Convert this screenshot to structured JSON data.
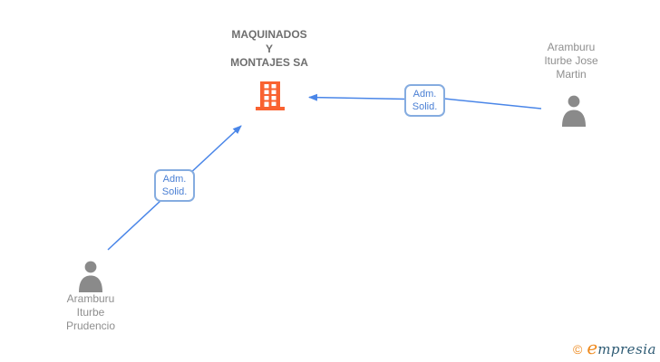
{
  "diagram_type": "corporate-relationship-graph",
  "company": {
    "name": "MAQUINADOS Y MONTAJES SA",
    "name_lines": [
      "MAQUINADOS",
      "Y",
      "MONTAJES SA"
    ],
    "icon": "building-icon"
  },
  "persons": [
    {
      "name": "Aramburu Iturbe Jose Martin",
      "name_lines": [
        "Aramburu",
        "Iturbe Jose",
        "Martin"
      ],
      "icon": "person-icon",
      "position": "top-right"
    },
    {
      "name": "Aramburu Iturbe Prudencio",
      "name_lines": [
        "Aramburu",
        "Iturbe",
        "Prudencio"
      ],
      "icon": "person-icon",
      "position": "bottom-left"
    }
  ],
  "edges": [
    {
      "from": "Aramburu Iturbe Jose Martin",
      "to": "MAQUINADOS Y MONTAJES SA",
      "label_lines": [
        "Adm.",
        "Solid."
      ]
    },
    {
      "from": "Aramburu Iturbe Prudencio",
      "to": "MAQUINADOS Y MONTAJES SA",
      "label_lines": [
        "Adm.",
        "Solid."
      ]
    }
  ],
  "colors": {
    "arrow_blue": "#4a86e8",
    "label_border_blue": "#85ace0",
    "label_text_blue": "#4a7fd4",
    "building_orange": "#f96231",
    "person_gray": "#8a8a8a",
    "company_text_gray": "#6e6e6e",
    "person_text_gray": "#8f8f8f",
    "logo_orange": "#ee8a1f",
    "logo_dark_blue": "#2e5b74"
  },
  "footer": {
    "copyright": "©",
    "brand_initial": "e",
    "brand_rest": "mpresia"
  }
}
